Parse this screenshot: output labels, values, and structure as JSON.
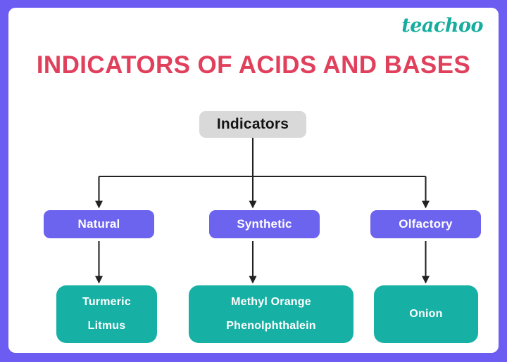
{
  "brand": {
    "name": "teachoo"
  },
  "title": "INDICATORS OF ACIDS AND BASES",
  "diagram": {
    "root": {
      "label": "Indicators"
    },
    "categories": [
      {
        "label": "Natural",
        "items": [
          "Turmeric",
          "Litmus"
        ]
      },
      {
        "label": "Synthetic",
        "items": [
          "Methyl Orange",
          "Phenolphthalein"
        ]
      },
      {
        "label": "Olfactory",
        "items": [
          "Onion"
        ]
      }
    ]
  },
  "colors": {
    "frame_purple": "#6C5CF2",
    "card_white": "#FFFFFF",
    "title_red": "#E0405C",
    "brand_teal": "#16AD9E",
    "root_gray": "#D9D9D9",
    "category_purple": "#6C63EE",
    "leaf_teal": "#17B0A4",
    "connector_black": "#222222"
  }
}
